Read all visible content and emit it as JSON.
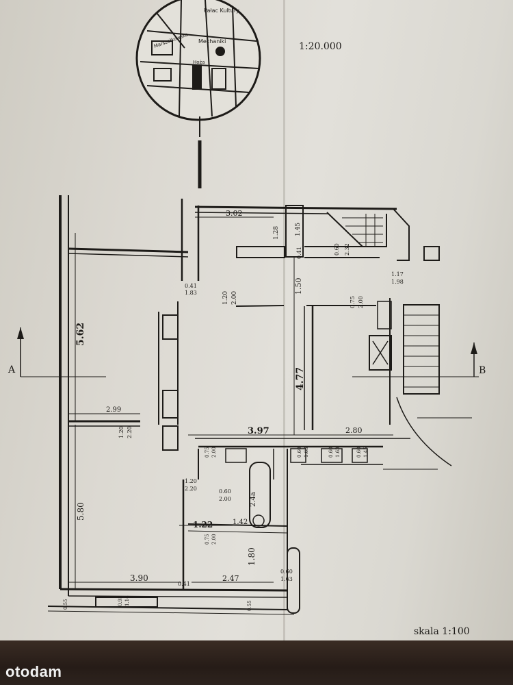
{
  "scales": {
    "map_scale": "1:20.000",
    "plan_scale": "skala 1:100"
  },
  "map_inset": {
    "labels": [
      "Pałac Kultury",
      "Mechaniki",
      "Hoża",
      "Marszałkowska"
    ]
  },
  "section_markers": {
    "left": "A",
    "right": "B"
  },
  "dimensions": {
    "d_302": "3.02",
    "d_128": "1.28",
    "d_145": "1.45",
    "d_060": "0.60",
    "d_232": "2.32",
    "d_041a": "0.41",
    "d_041b": "0.41",
    "d_183": "1.83",
    "d_120": "1.20",
    "d_200a": "2.00",
    "d_150": "1.50",
    "d_075": "0.75",
    "d_200b": "2.00",
    "d_117": "1.17",
    "d_198": "1.98",
    "d_562": "5.62",
    "d_477": "4.77",
    "d_299": "2.99",
    "d_120b": "1.20",
    "d_220": "2.20",
    "d_397": "3.97",
    "d_280": "2.80",
    "d_060b": "0.60",
    "d_163a": "1.63",
    "d_060c": "0.60",
    "d_163b": "1.63",
    "d_060d": "0.60",
    "d_145b": "1.45",
    "d_075b": "0.75",
    "d_200c": "2.00",
    "d_580": "5.80",
    "d_120c": "1.20",
    "d_220b": "2.20",
    "d_060e": "0.60",
    "d_200d": "2.00",
    "d_24a": "2.4a",
    "d_122": "1.22",
    "d_142": "1.42",
    "d_075c": "0.75",
    "d_200e": "2.00",
    "d_180": "1.80",
    "d_390": "3.90",
    "d_041c": "0.41",
    "d_247": "2.47",
    "d_060f": "0.60",
    "d_163c": "1.63",
    "d_093": "0.93",
    "d_114": "1.14",
    "d_055a": "0.55",
    "d_055b": "0.55"
  },
  "watermark": "otodam",
  "colors": {
    "ink": "#1d1b18",
    "paper": "#dedbd4",
    "table": "#2c221d"
  }
}
